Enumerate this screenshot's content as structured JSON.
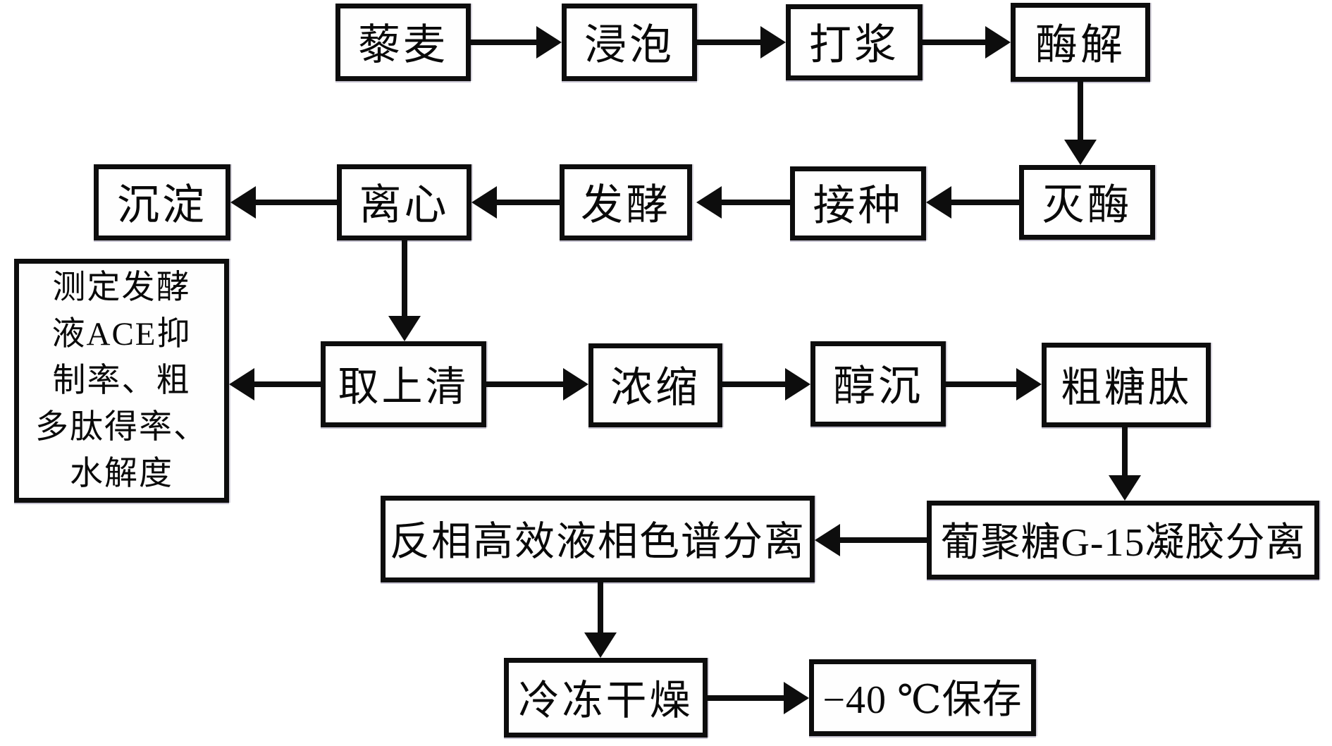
{
  "diagram": {
    "language": "zh-CN",
    "type": "process-flowchart",
    "nodes": {
      "quinoa": {
        "label": "藜麦"
      },
      "soak": {
        "label": "浸泡"
      },
      "pulp": {
        "label": "打浆"
      },
      "enzymolysis": {
        "label": "酶解"
      },
      "inactivation": {
        "label": "灭酶"
      },
      "inoculation": {
        "label": "接种"
      },
      "fermentation": {
        "label": "发酵"
      },
      "centrifuge": {
        "label": "离心"
      },
      "precipitate": {
        "label": "沉淀"
      },
      "assay": {
        "label": "测定发酵液ACE抑制率、粗多肽得率、水解度",
        "lines": [
          "测定发酵",
          "液ACE抑",
          "制率、粗",
          "多肽得率、",
          "水解度"
        ]
      },
      "supernatant": {
        "label": "取上清"
      },
      "concentrate": {
        "label": "浓缩"
      },
      "alcohol_ppt": {
        "label": "醇沉"
      },
      "crude_pep": {
        "label": "粗糖肽"
      },
      "rp_hplc": {
        "label": "反相高效液相色谱分离"
      },
      "sephadex": {
        "label": "葡聚糖G-15凝胶分离"
      },
      "freeze_dry": {
        "label": "冷冻干燥"
      },
      "storage": {
        "label": "−40 ℃保存"
      }
    },
    "edges": [
      {
        "from": "quinoa",
        "to": "soak"
      },
      {
        "from": "soak",
        "to": "pulp"
      },
      {
        "from": "pulp",
        "to": "enzymolysis"
      },
      {
        "from": "enzymolysis",
        "to": "inactivation"
      },
      {
        "from": "inactivation",
        "to": "inoculation"
      },
      {
        "from": "inoculation",
        "to": "fermentation"
      },
      {
        "from": "fermentation",
        "to": "centrifuge"
      },
      {
        "from": "centrifuge",
        "to": "precipitate"
      },
      {
        "from": "centrifuge",
        "to": "supernatant"
      },
      {
        "from": "supernatant",
        "to": "assay"
      },
      {
        "from": "supernatant",
        "to": "concentrate"
      },
      {
        "from": "concentrate",
        "to": "alcohol_ppt"
      },
      {
        "from": "alcohol_ppt",
        "to": "crude_pep"
      },
      {
        "from": "crude_pep",
        "to": "sephadex"
      },
      {
        "from": "sephadex",
        "to": "rp_hplc"
      },
      {
        "from": "rp_hplc",
        "to": "freeze_dry"
      },
      {
        "from": "freeze_dry",
        "to": "storage"
      }
    ],
    "colors": {
      "line": "#0d0d0d",
      "background": "#ffffff",
      "text": "#090909"
    }
  }
}
